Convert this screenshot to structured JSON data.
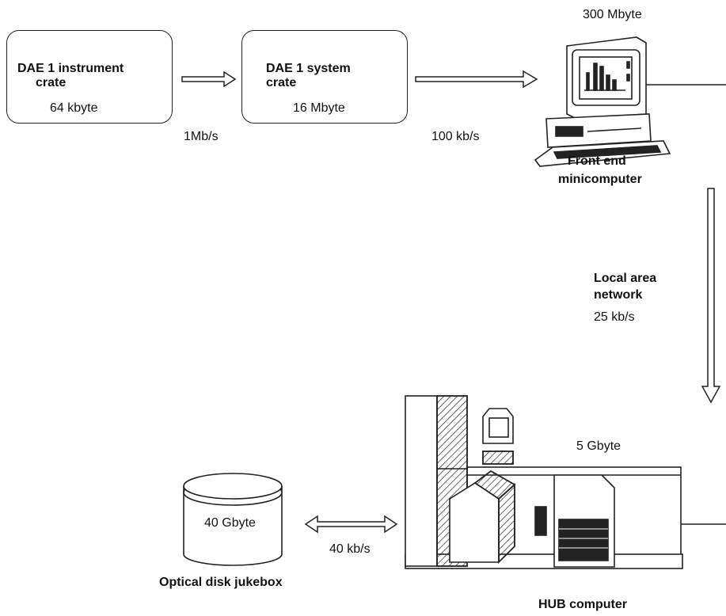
{
  "diagram": {
    "instrument_crate": {
      "title_line1": "DAE 1 instrument",
      "title_line2": "crate",
      "capacity": "64 kbyte"
    },
    "system_crate": {
      "title_line1": "DAE 1 system",
      "title_line2": "crate",
      "capacity": "16 Mbyte"
    },
    "link_instrument_system": "1Mb/s",
    "link_system_frontend": "100 kb/s",
    "front_end": {
      "capacity": "300 Mbyte",
      "label_line1": "Front end",
      "label_line2": "minicomputer"
    },
    "lan": {
      "label_line1": "Local area",
      "label_line2": "network",
      "rate": "25 kb/s"
    },
    "hub": {
      "capacity": "5 Gbyte",
      "label": "HUB computer"
    },
    "jukebox": {
      "capacity": "40 Gbyte",
      "label": "Optical disk jukebox"
    },
    "link_jukebox_hub": "40 kb/s"
  }
}
